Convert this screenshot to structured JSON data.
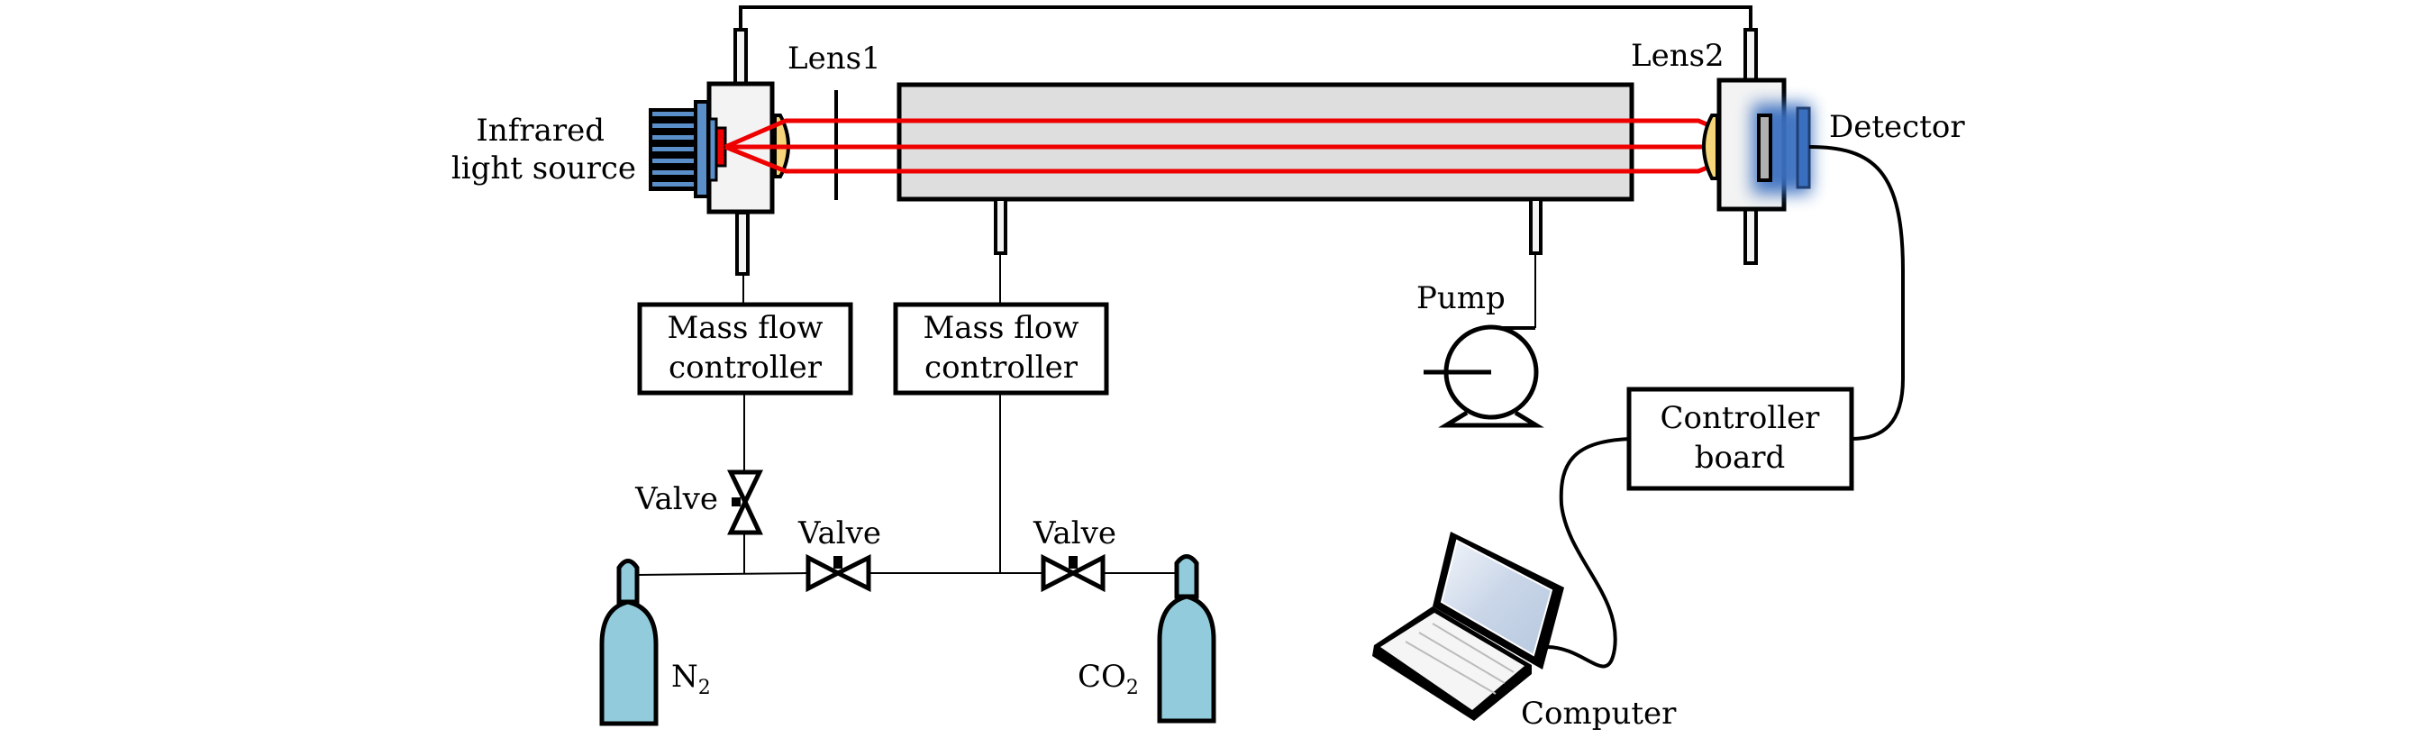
{
  "labels": {
    "source_line1": "Infrared",
    "source_line2": "light source",
    "lens1": "Lens1",
    "lens2": "Lens2",
    "detector": "Detector",
    "pump": "Pump",
    "mfc1_line1": "Mass flow",
    "mfc1_line2": "controller",
    "mfc2_line1": "Mass flow",
    "mfc2_line2": "controller",
    "controller_line1": "Controller",
    "controller_line2": "board",
    "valve_vertical": "Valve",
    "valve_n2": "Valve",
    "valve_co2": "Valve",
    "n2_base": "N",
    "n2_sub": "2",
    "co2_base": "CO",
    "co2_sub": "2",
    "computer": "Computer"
  },
  "colors": {
    "beam": "#ee0000",
    "gas_cell": "#dedede",
    "housing": "#f3f3f3",
    "cylinder": "#92ccdc",
    "heat_sink_fin": "#5b8fc9",
    "detector_glow": "#3a6fc0",
    "lens": "#f6d67a",
    "screen": "#c9d6e8"
  }
}
